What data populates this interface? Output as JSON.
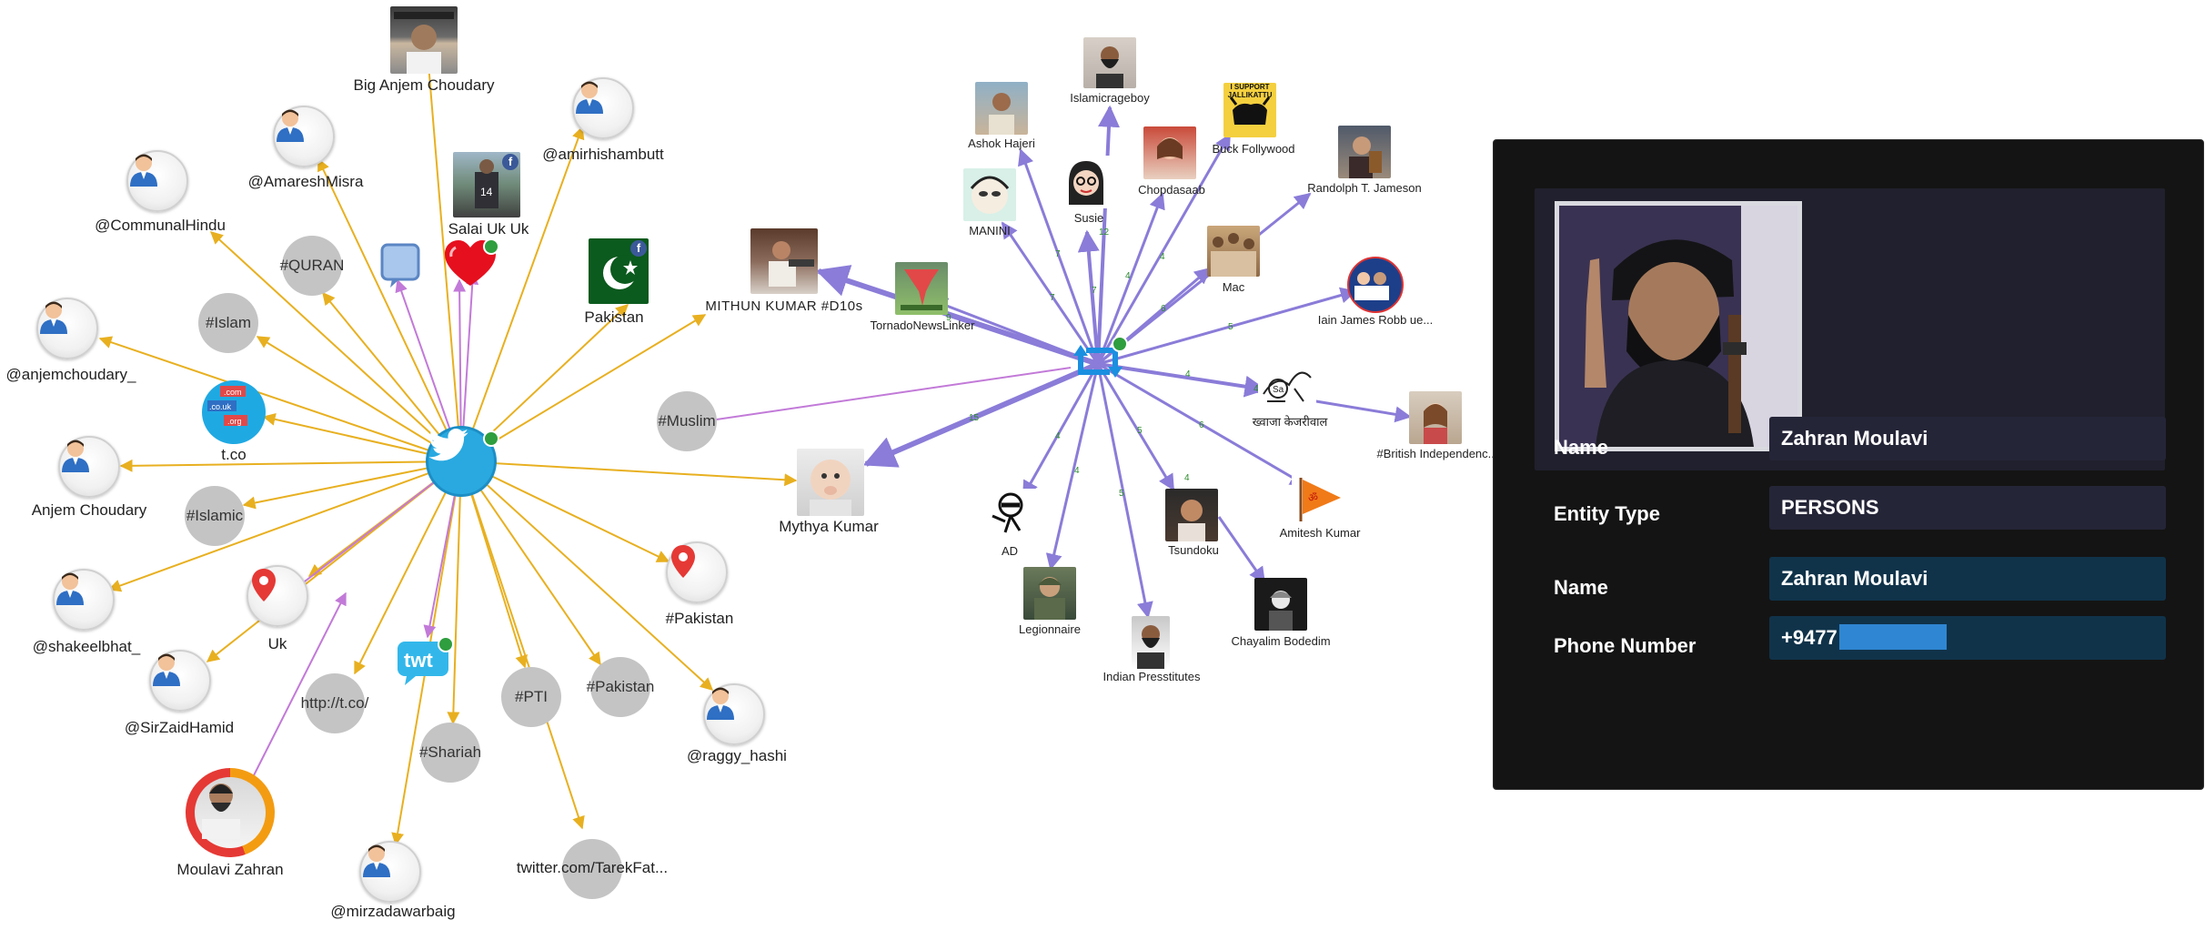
{
  "graph": {
    "center_twitter": {
      "icon": "twitter-bird-icon"
    },
    "center_retweet": {
      "icon": "retweet-icon"
    },
    "twitter_nodes": [
      {
        "label": "Big Anjem Choudary"
      },
      {
        "label": "@amirhishambutt"
      },
      {
        "label": "@AmareshMisra"
      },
      {
        "label": "@CommunalHindu"
      },
      {
        "label": "#QURAN"
      },
      {
        "label": "Salai Uk Uk"
      },
      {
        "label": "Pakistan"
      },
      {
        "label": "#Islam"
      },
      {
        "label": "@anjemchoudary_"
      },
      {
        "label": "t.co"
      },
      {
        "label": "#Muslim"
      },
      {
        "label": "MITHUN KUMAR #D10s"
      },
      {
        "label": "Anjem Choudary"
      },
      {
        "label": "#Islamic"
      },
      {
        "label": "Mythya Kumar"
      },
      {
        "label": "@shakeelbhat_"
      },
      {
        "label": "Uk"
      },
      {
        "label": "#Pakistan"
      },
      {
        "label": "@SirZaidHamid"
      },
      {
        "label": "http://t.co/"
      },
      {
        "label": "#PTI"
      },
      {
        "label": "#Pakistan"
      },
      {
        "label": "@raggy_hashi"
      },
      {
        "label": "#Shariah"
      },
      {
        "label": "Moulavi Zahran"
      },
      {
        "label": "@mirzadawarbaig"
      },
      {
        "label": "twitter.com/TarekFat..."
      }
    ],
    "retweet_nodes": [
      {
        "label": "Islamicrageboy"
      },
      {
        "label": "Ashok Hajeri"
      },
      {
        "label": "I SUPPORT JALLIKATTU"
      },
      {
        "label": "Buck Follywood"
      },
      {
        "label": "Chopdasaab"
      },
      {
        "label": "Randolph T. Jameson"
      },
      {
        "label": "MANINI"
      },
      {
        "label": "Susie"
      },
      {
        "label": "Mac"
      },
      {
        "label": "TornadoNewsLinker"
      },
      {
        "label": "Iain James Robb ue..."
      },
      {
        "label": "ख्वाजा केजरीवाल"
      },
      {
        "label": "#British Independenc..."
      },
      {
        "label": "AD"
      },
      {
        "label": "Tsundoku"
      },
      {
        "label": "Amitesh Kumar"
      },
      {
        "label": "Legionnaire"
      },
      {
        "label": "Indian Presstitutes"
      },
      {
        "label": "Chayalim Bodedim"
      }
    ],
    "edge_weights": [
      "7",
      "12",
      "7",
      "4",
      "4",
      "6",
      "5",
      "4",
      "15",
      "4",
      "5",
      "4",
      "5",
      "4",
      "6",
      "7",
      "4",
      "9"
    ],
    "colors": {
      "gold": "#e8b020",
      "purple": "#8a7cd8",
      "magenta": "#c27ad8",
      "twitter": "#29a9e0",
      "retweet": "#1b8fe0",
      "badge": "#2e9e3e"
    }
  },
  "panel": {
    "rows": [
      {
        "label": "Name",
        "value": "Zahran Moulavi"
      },
      {
        "label": "Entity Type",
        "value": "PERSONS"
      },
      {
        "label": "Name",
        "value": "Zahran Moulavi"
      },
      {
        "label": "Phone Number",
        "value": "+9477"
      }
    ]
  }
}
